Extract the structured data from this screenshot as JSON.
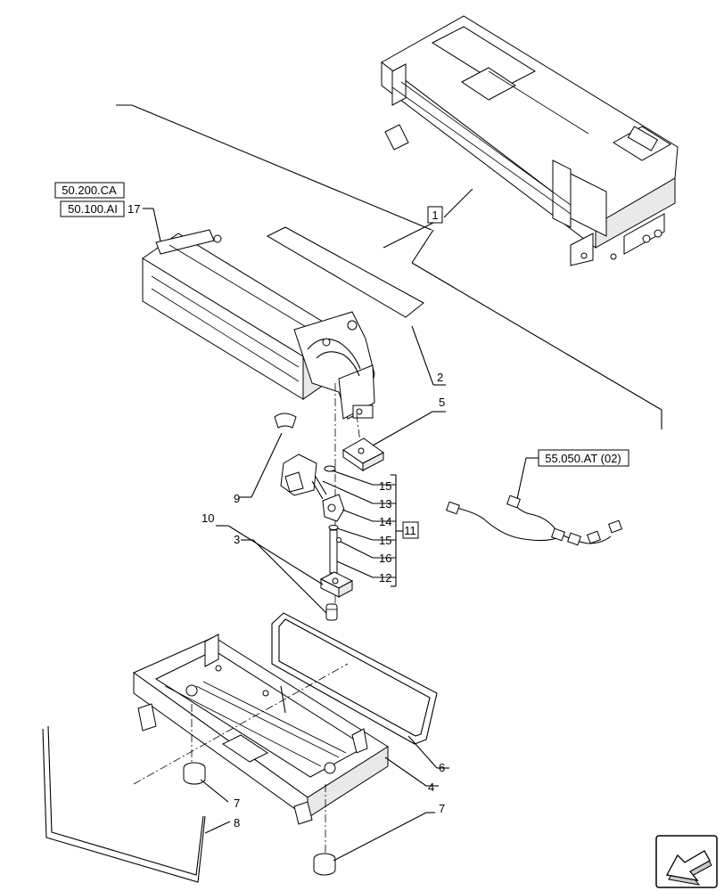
{
  "references": {
    "ref_a": "50.200.CA",
    "ref_b": "50.100.AI",
    "ref_c": "55.050.AT (02)"
  },
  "callouts": {
    "c1": "1",
    "c2": "2",
    "c3": "3",
    "c4": "4",
    "c5": "5",
    "c6": "6",
    "c7a": "7",
    "c7b": "7",
    "c8": "8",
    "c9": "9",
    "c10": "10",
    "c11": "11",
    "c12": "12",
    "c13": "13",
    "c14": "14",
    "c15a": "15",
    "c15b": "15",
    "c16": "16",
    "c17": "17"
  },
  "icons": {
    "nav": "arrow-icon"
  }
}
